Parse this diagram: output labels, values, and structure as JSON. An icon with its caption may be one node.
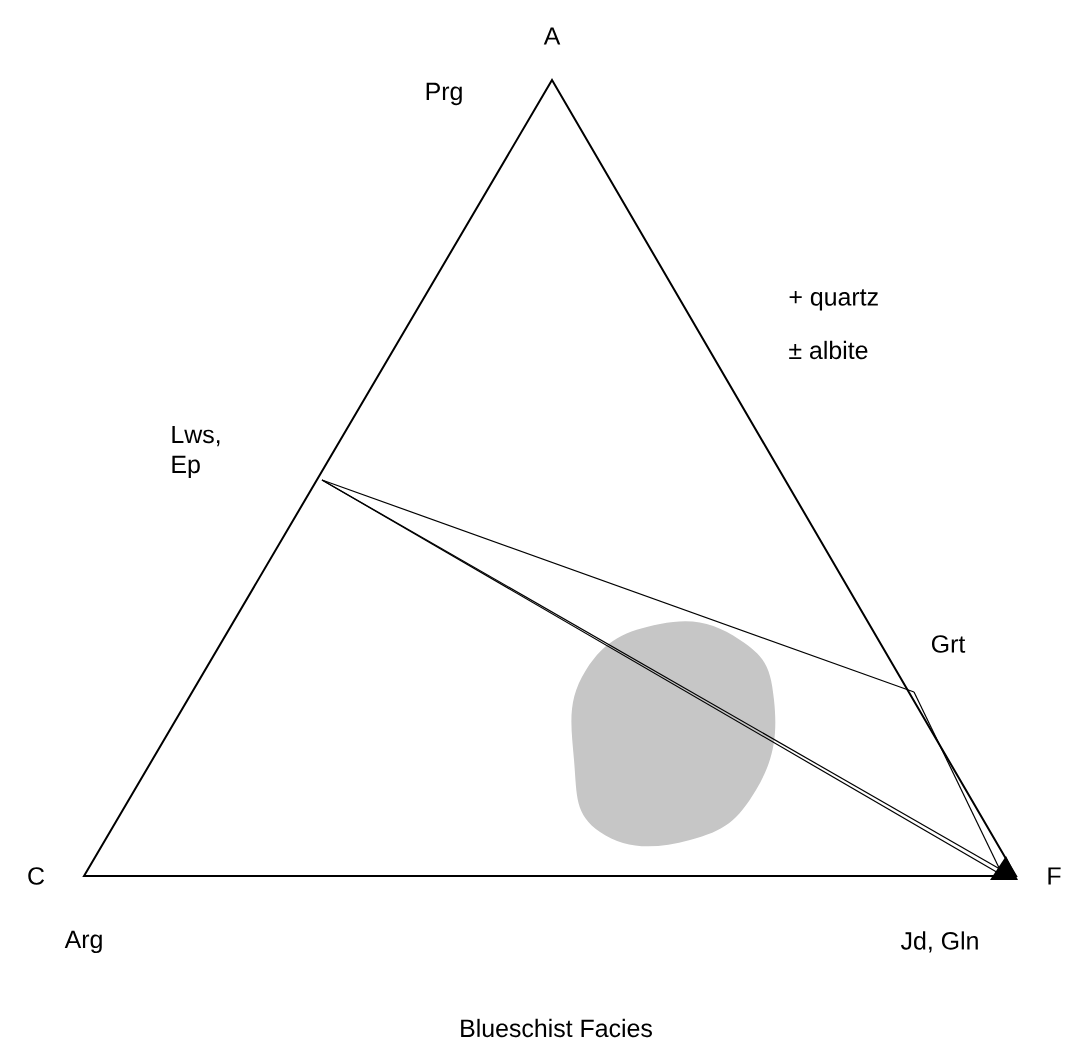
{
  "diagram": {
    "caption": "Blueschist Facies",
    "labels": [
      "A",
      "Prg",
      "+ quartz",
      "± albite",
      "Lws, Ep",
      "Grt",
      "C",
      "F",
      "Arg",
      "Jd, Gln"
    ]
  }
}
